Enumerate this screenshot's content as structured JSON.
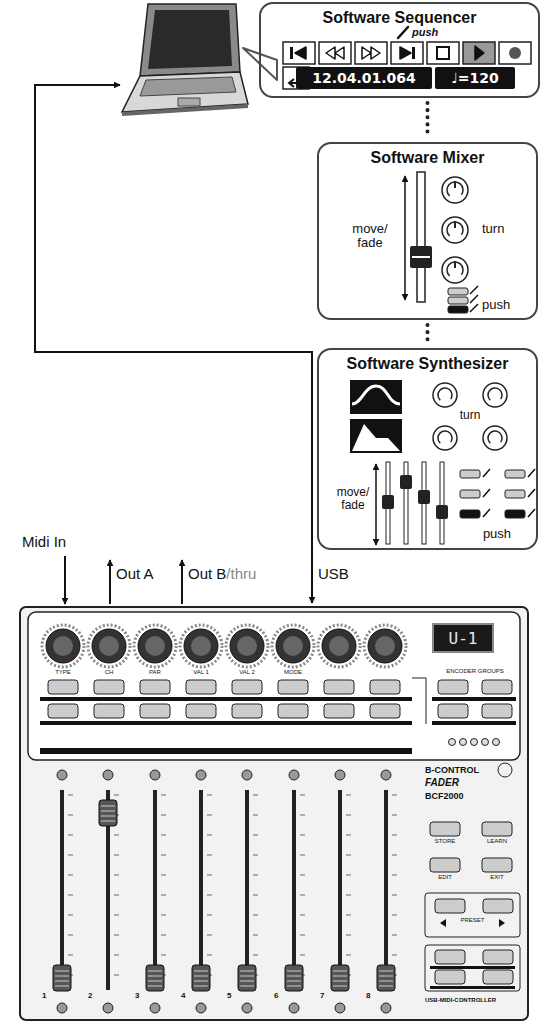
{
  "diagram": {
    "nodes": [
      {
        "text": [
          "Software Sequencer"
        ]
      },
      {
        "text": [
          "12.04.01.064"
        ],
        "in": 0
      },
      {
        "text": [
          "♩=120"
        ],
        "in": 0
      },
      {
        "text": [
          "Software Mixer"
        ]
      },
      {
        "text": [
          "Software Synthesizer"
        ]
      },
      {
        "text": [
          "B-CONTROL",
          "FADER",
          "BCF2000",
          "USB-MIDI-CONTROLLER"
        ]
      },
      {
        "text": [
          "U-1"
        ],
        "in": 5
      }
    ],
    "edges": [
      {
        "from": 0,
        "to": 3,
        "arrow": "none"
      },
      {
        "from": 3,
        "to": 4,
        "arrow": "none"
      }
    ],
    "labels": [
      "push",
      "move/ fade",
      "turn",
      "push",
      "turn",
      "move/ fade",
      "push",
      "Midi In",
      "Out A",
      "Out B",
      "/thru",
      "USB",
      "TYPE",
      "CH",
      "PAR",
      "VAL 1",
      "VAL 2",
      "MODE",
      "ENCODER GROUPS",
      "STORE",
      "LEARN",
      "EDIT",
      "EXIT",
      "PRESET",
      "1",
      "2",
      "3",
      "4",
      "5",
      "6",
      "7",
      "8"
    ]
  }
}
